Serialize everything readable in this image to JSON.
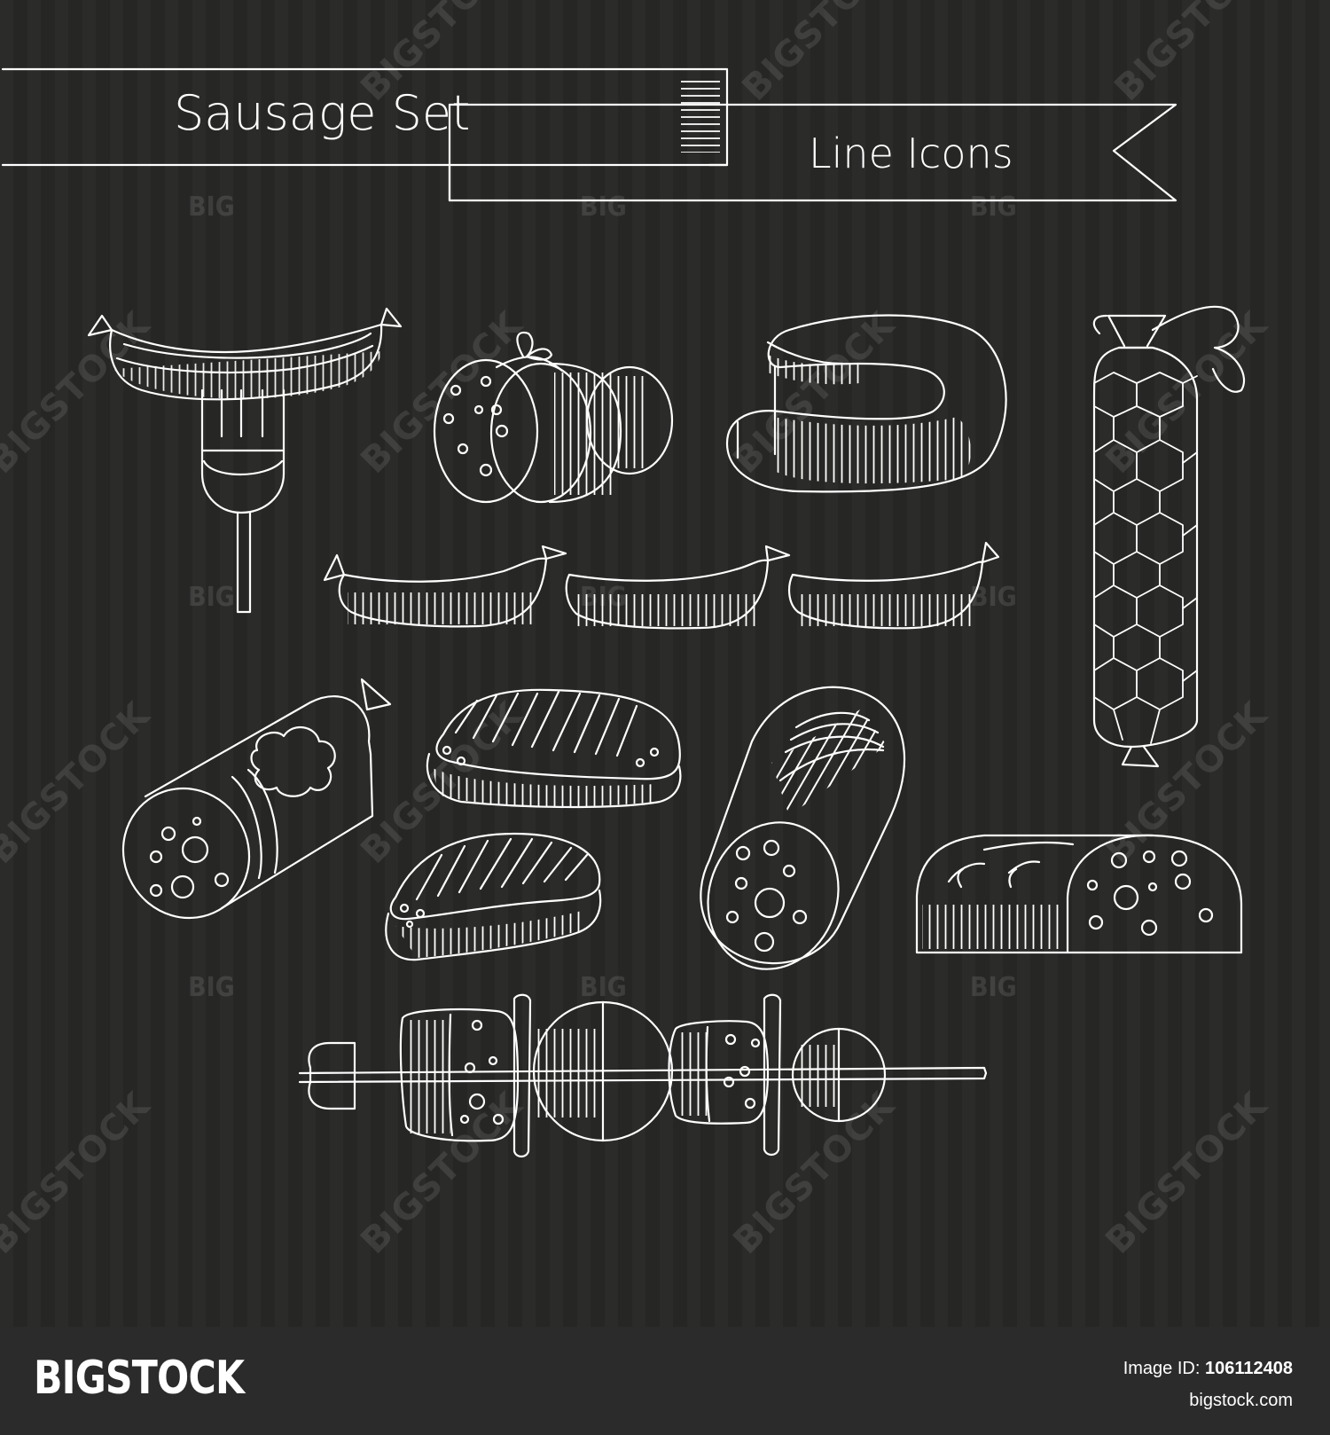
{
  "title": "Sausage Set",
  "subtitle": "Line Icons",
  "watermark": {
    "diagonal": "BIGSTOCK",
    "small": "BIG"
  },
  "footer": {
    "brand": "BIGSTOCK",
    "image_id_label": "Image ID:",
    "image_id": "106112408",
    "site": "bigstock.com"
  },
  "icons": [
    "sausage-on-fork-icon",
    "cut-salami-icon",
    "horseshoe-sausage-icon",
    "hanging-salami-icon",
    "sausage-link-chain-icon",
    "sliced-salami-icon",
    "grilled-steak-icon",
    "grilled-steak-small-icon",
    "salami-roll-icon",
    "sliced-loaf-icon",
    "meat-skewer-icon"
  ],
  "colors": {
    "background": "#2b2c29",
    "line": "#ffffff",
    "footer": "#2b2b2b"
  }
}
